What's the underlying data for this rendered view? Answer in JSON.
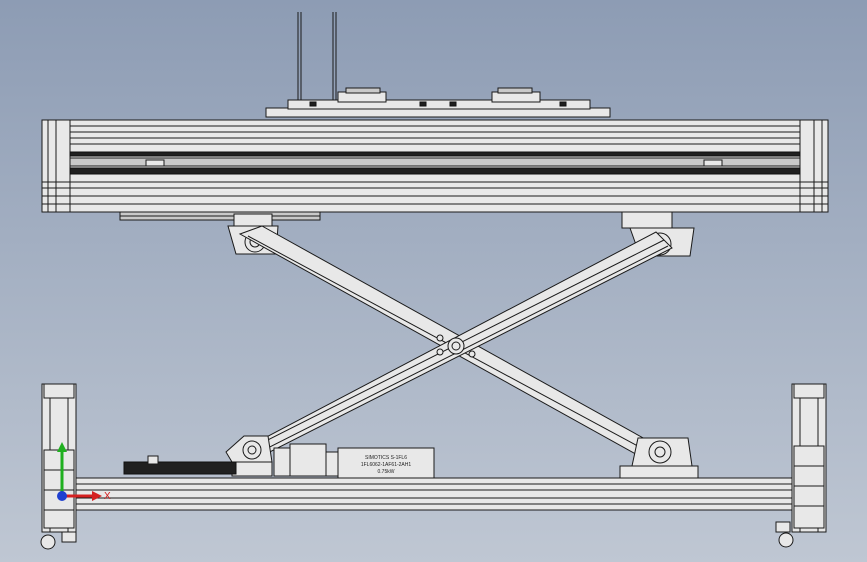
{
  "drawing": {
    "label_plate": {
      "line1": "SIMOTICS S-1FL6",
      "line2": "1FL6062-1AF61-2AH1",
      "line3": "0.75kW"
    },
    "axis": {
      "x_label": "X",
      "x_color": "#d42020",
      "y_color": "#20b020",
      "z_color": "#2040d0"
    },
    "colors": {
      "background_top": "#8d9cb4",
      "background_bottom": "#bfc7d3",
      "part_fill": "#e8e8e8",
      "outline": "#1a1a1a"
    }
  }
}
